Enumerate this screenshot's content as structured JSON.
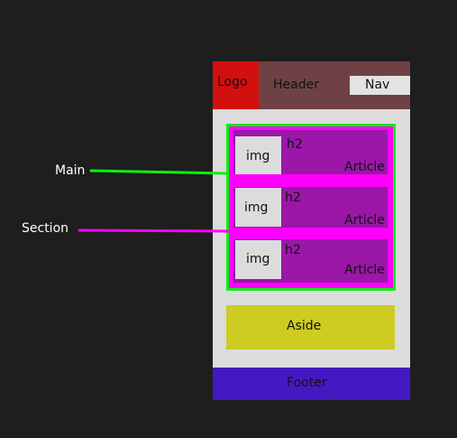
{
  "layout": {
    "header": "Header",
    "logo": "Logo",
    "nav": "Nav",
    "sections": [
      {
        "img": "img",
        "heading": "h2",
        "article": "Article"
      },
      {
        "img": "img",
        "heading": "h2",
        "article": "Article"
      },
      {
        "img": "img",
        "heading": "h2",
        "article": "Article"
      }
    ],
    "aside": "Aside",
    "footer": "Footer"
  },
  "callouts": {
    "main": "Main",
    "section": "Section"
  },
  "colors": {
    "background": "#1e1e1e",
    "header": "#6e4244",
    "logo": "#d40f0f",
    "main_border": "#11ee11",
    "section": "#ff00ff",
    "article": "#9a17a8",
    "aside": "#cccc22",
    "footer": "#4519c1"
  }
}
